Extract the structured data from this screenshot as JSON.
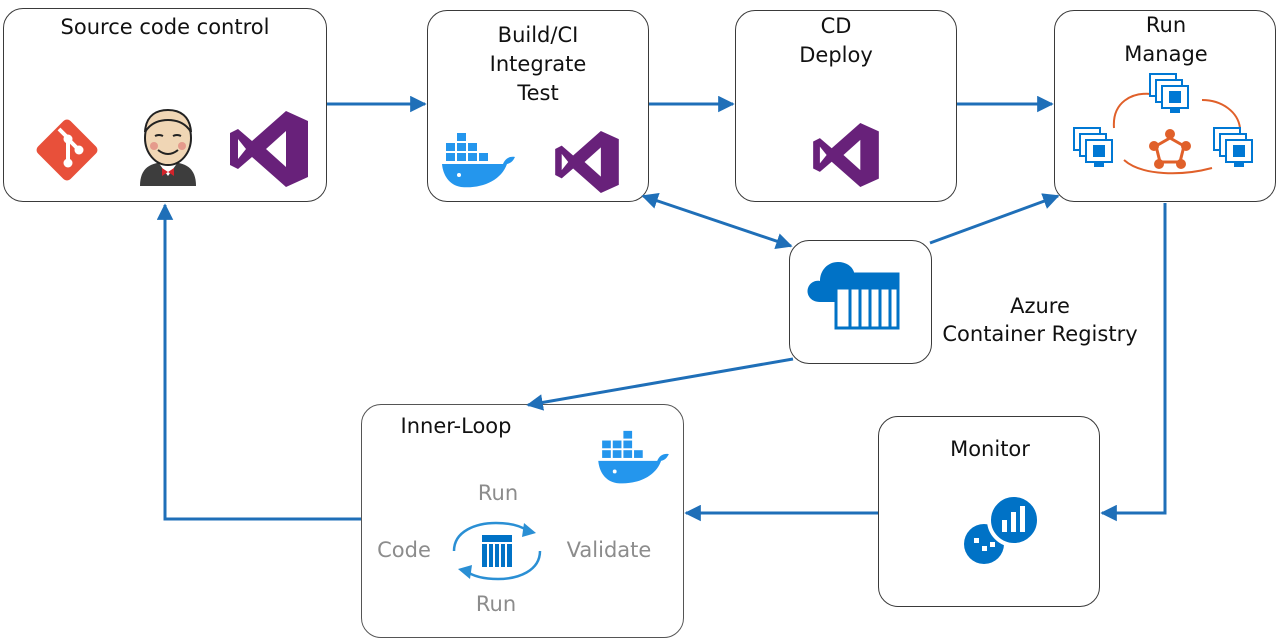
{
  "source": {
    "title": "Source code control",
    "icons": [
      "git-icon",
      "jenkins-icon",
      "visual-studio-icon"
    ]
  },
  "build": {
    "line1": "Build/CI",
    "line2": "Integrate",
    "line3": "Test",
    "icons": [
      "docker-icon",
      "visual-studio-icon"
    ]
  },
  "cd": {
    "line1": "CD",
    "line2": "Deploy",
    "icons": [
      "visual-studio-icon"
    ]
  },
  "run": {
    "line1": "Run",
    "line2": "Manage",
    "icons": [
      "cluster-icon"
    ]
  },
  "registry": {
    "line1": "Azure",
    "line2": "Container Registry",
    "icons": [
      "container-registry-icon"
    ]
  },
  "monitor": {
    "title": "Monitor",
    "icons": [
      "monitor-icon"
    ]
  },
  "inner": {
    "title": "Inner-Loop",
    "run_top": "Run",
    "code": "Code",
    "validate": "Validate",
    "run_bottom": "Run",
    "icons": [
      "docker-icon",
      "cycle-icon"
    ]
  },
  "colors": {
    "arrow": "#1f6fb8",
    "git": "#e8503a",
    "vs": "#68217a",
    "docker": "#2496ed",
    "azure": "#0072c6",
    "cluster_ring": "#e0602a"
  }
}
